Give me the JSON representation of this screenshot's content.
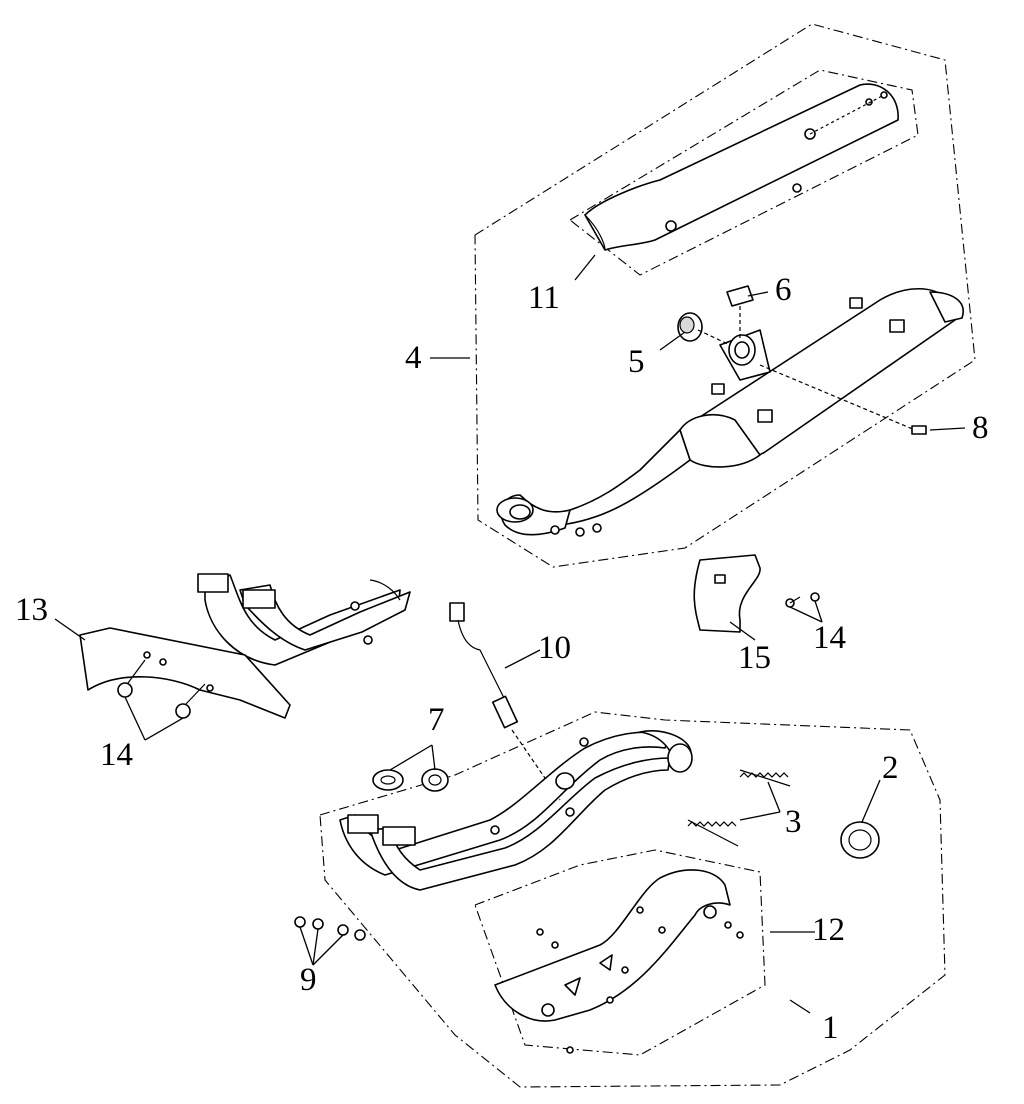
{
  "callouts": {
    "c1": "1",
    "c2": "2",
    "c3": "3",
    "c4": "4",
    "c5": "5",
    "c6": "6",
    "c7": "7",
    "c8": "8",
    "c9": "9",
    "c10": "10",
    "c11": "11",
    "c12": "12",
    "c13": "13",
    "c14a": "14",
    "c14b": "14",
    "c15": "15"
  }
}
